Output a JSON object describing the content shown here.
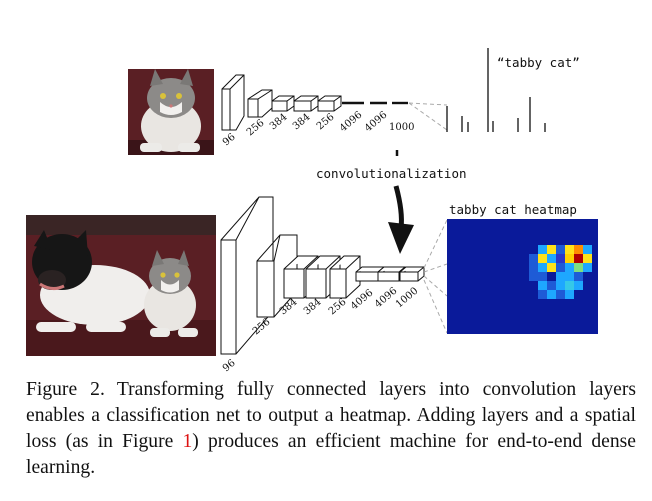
{
  "top_net": {
    "class_label": "“tabby cat”",
    "layer_labels": [
      "96",
      "256",
      "384",
      "384",
      "256",
      "4096",
      "4096",
      "1000"
    ]
  },
  "transition_label": "convolutionalization",
  "bottom_net": {
    "heatmap_title": "tabby cat heatmap",
    "layer_labels": [
      "96",
      "256",
      "384",
      "384",
      "256",
      "4096",
      "4096",
      "1000"
    ]
  },
  "colors": {
    "heatmap_background": "#0a1a9a",
    "photo_background": "#5a1f24",
    "dashed_lines": "#aaaaaa",
    "reference_link": "#dd1111"
  },
  "caption": {
    "label": "Figure 2.",
    "text_before_ref": "Transforming fully connected layers into convolution layers enables a classification net to output a heatmap. Adding layers and a spatial loss (as in Figure ",
    "ref": "1",
    "text_after_ref": ") produces an efficient machine for end-to-end dense learning."
  }
}
